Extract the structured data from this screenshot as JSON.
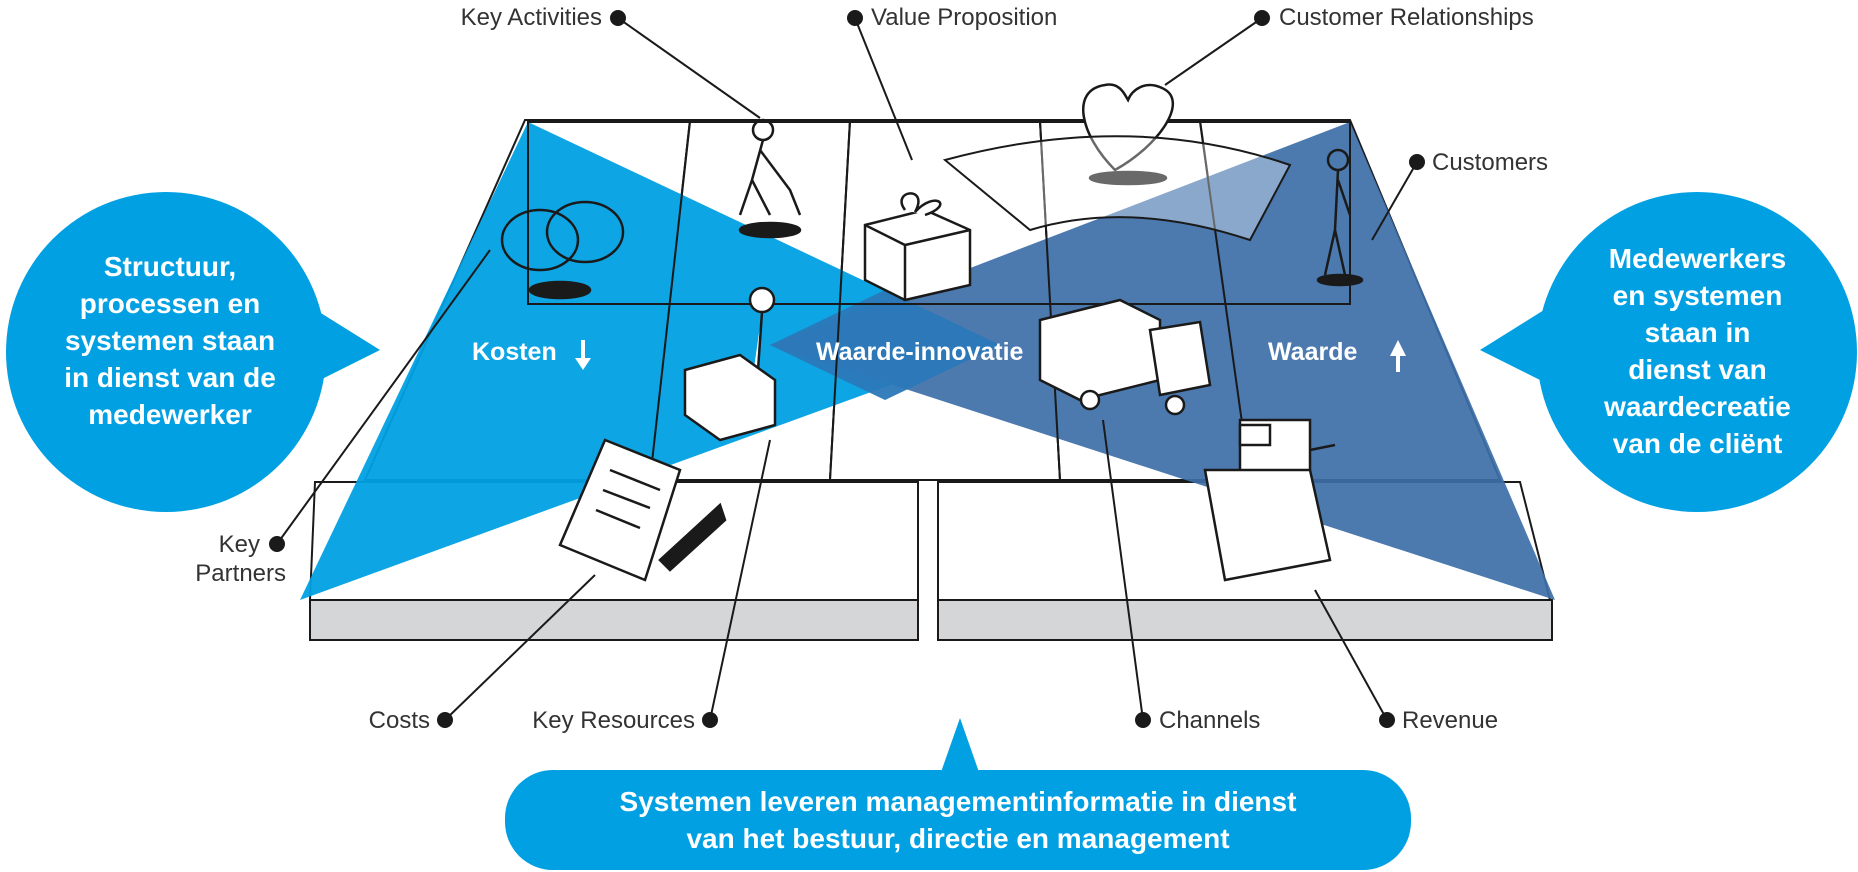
{
  "colors": {
    "cyan": "#00a0e3",
    "dark_blue": "#3d6fa8",
    "sketch_line": "#1a1a1a",
    "label_text": "#333333",
    "board_side": "#d4d6d8"
  },
  "labels": {
    "key_activities": "Key Activities",
    "value_proposition": "Value Proposition",
    "customer_relationships": "Customer Relationships",
    "customers": "Customers",
    "key_partners_line1": "Key",
    "key_partners_line2": "Partners",
    "costs": "Costs",
    "key_resources": "Key Resources",
    "channels": "Channels",
    "revenue": "Revenue"
  },
  "flow": {
    "kosten": "Kosten",
    "waarde_innovatie": "Waarde-innovatie",
    "waarde": "Waarde",
    "down_arrow_icon": "arrow-down-icon",
    "up_arrow_icon": "arrow-up-icon"
  },
  "bubbles": {
    "left": [
      "Structuur,",
      "processen en",
      "systemen staan",
      "in dienst van de",
      "medewerker"
    ],
    "right": [
      "Medewerkers",
      "en systemen",
      "staan in",
      "dienst van",
      "waardecreatie",
      "van de cliënt"
    ],
    "bottom": [
      "Systemen leveren managementinformatie in dienst",
      "van het bestuur, directie en management"
    ]
  },
  "icons": [
    "interlocked-rings-icon",
    "person-shoveling-icon",
    "gift-box-icon",
    "heart-icon",
    "standing-person-icon",
    "person-with-machine-icon",
    "delivery-truck-icon",
    "document-icon",
    "cash-register-icon"
  ]
}
